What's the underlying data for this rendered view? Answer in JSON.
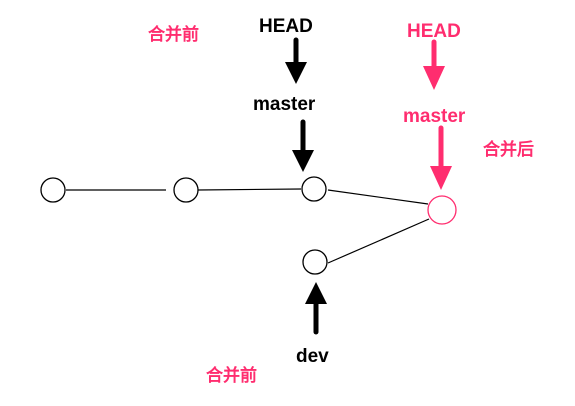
{
  "colors": {
    "before": "#000000",
    "after": "#ff2d6f",
    "node_stroke": "#000000",
    "merge_node_stroke": "#ff2d6f"
  },
  "labels": {
    "before_top": "合并前",
    "after": "合并后",
    "before_bottom": "合并前",
    "head_before": "HEAD",
    "master_before": "master",
    "head_after": "HEAD",
    "master_after": "master",
    "dev": "dev"
  }
}
